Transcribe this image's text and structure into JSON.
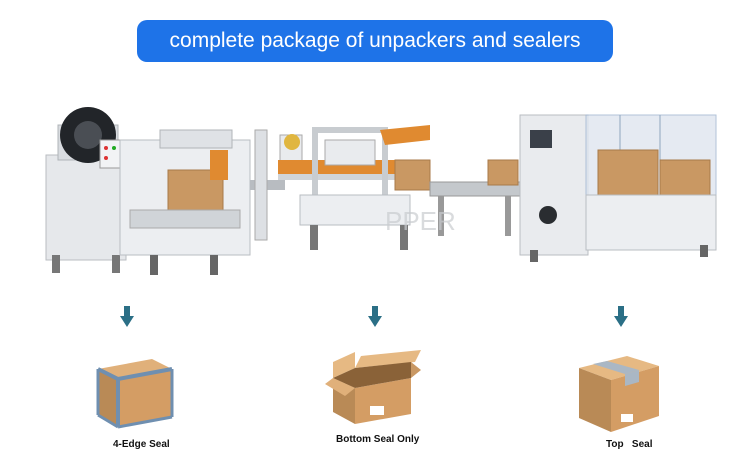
{
  "banner": {
    "title": "complete package of unpackers and sealers",
    "color": "#1e73e8"
  },
  "captions": {
    "four_edge": "4-Edge Seal",
    "bottom": "Bottom Seal Only",
    "top": "Top   Seal"
  },
  "colors": {
    "machine_body": "#e9ebee",
    "machine_dark": "#2a2d31",
    "conveyor": "#e08a30",
    "carton": "#c99863",
    "tape": "#6f8fb0",
    "arrow": "#2b6f86"
  },
  "icons": [
    "arrow-down-icon",
    "arrow-down-icon",
    "arrow-down-icon"
  ]
}
